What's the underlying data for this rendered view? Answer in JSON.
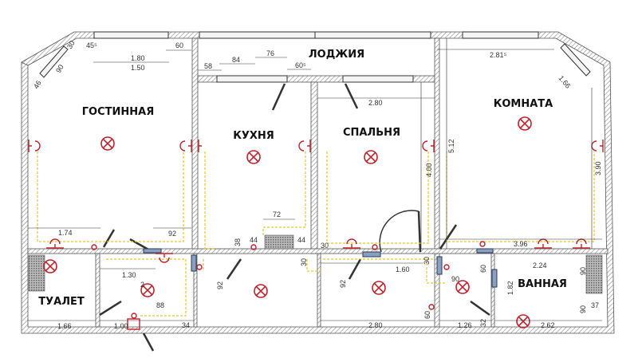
{
  "plan": {
    "rooms": {
      "living": "ГОСТИННАЯ",
      "loggia": "ЛОДЖИЯ",
      "kitchen": "КУХНЯ",
      "bedroom": "СПАЛЬНЯ",
      "room": "КОМНАТА",
      "toilet": "ТУАЛЕТ",
      "bathroom": "ВАННАЯ"
    },
    "dimensions": [
      "45⁵",
      "60",
      "1.80",
      "1.50",
      "90",
      "46",
      "30",
      "58",
      "84",
      "76",
      "60⁵",
      "2.81⁵",
      "1.66",
      "2.80",
      "5.12",
      "4.00",
      "3.90",
      "1.74",
      "92",
      "72",
      "38",
      "44",
      "44",
      "30",
      "1.30",
      "2",
      "88",
      "1.66",
      "1.00",
      "34",
      "92",
      "30",
      "92",
      "1.60",
      "30",
      "3.96",
      "2.24",
      "90",
      "60",
      "90",
      "1.82",
      "90",
      "37",
      "60",
      "2.80",
      "1.26",
      "32",
      "2.62"
    ],
    "colors": {
      "wiring": "#e8c32a",
      "electrical": "#c0212b",
      "walls": "#555555",
      "fixtures": "#4a6a9a"
    },
    "icons": [
      "ceiling-light-icon",
      "socket-icon",
      "switch-icon",
      "window-icon",
      "door-icon"
    ]
  }
}
